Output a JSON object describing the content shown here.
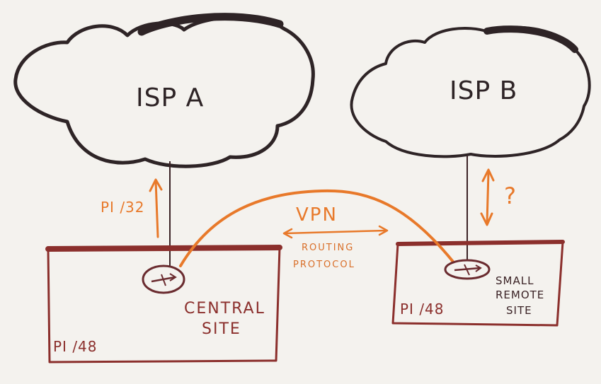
{
  "clouds": {
    "isp_a": {
      "label": "ISP A"
    },
    "isp_b": {
      "label": "ISP B"
    }
  },
  "sites": {
    "central": {
      "name_line1": "CENTRAL",
      "name_line2": "SITE",
      "prefix": "PI /48"
    },
    "remote": {
      "name_line1": "SMALL",
      "name_line2": "REMOTE",
      "name_line3": "SITE",
      "prefix": "PI /48"
    }
  },
  "links": {
    "isp_a_prefix": "PI /32",
    "vpn_label": "VPN",
    "routing_line1": "ROUTING",
    "routing_line2": "PROTOCOL",
    "unknown_mark": "?"
  },
  "colors": {
    "background": "#f4f2ee",
    "cloud_outline": "#2e2426",
    "site_box": "#8b2f2c",
    "orange": "#e8792a",
    "router": "#6a2b2f"
  }
}
